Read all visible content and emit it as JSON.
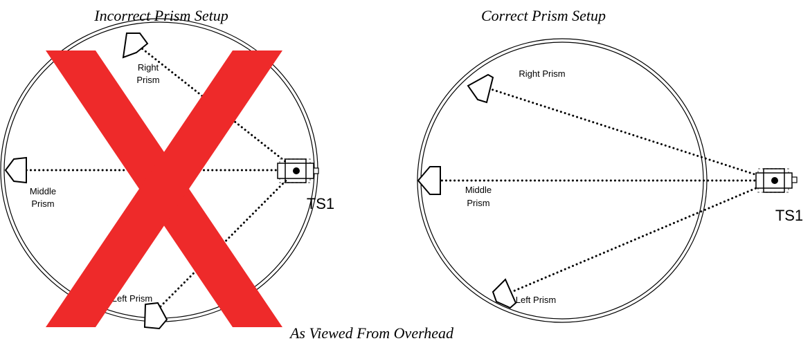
{
  "diagram": {
    "caption": "As Viewed From Overhead",
    "colors": {
      "cross": "#ee2a2a",
      "line": "#000000",
      "background": "#ffffff"
    },
    "panels": [
      {
        "title": "Incorrect Prism Setup",
        "marked_incorrect": true,
        "station_label": "TS1",
        "prisms": [
          {
            "label_line1": "Right",
            "label_line2": "Prism",
            "icon": "prism-icon"
          },
          {
            "label_line1": "Middle",
            "label_line2": "Prism",
            "icon": "prism-icon"
          },
          {
            "label_line1": "Left Prism",
            "label_line2": "",
            "icon": "prism-icon"
          }
        ]
      },
      {
        "title": "Correct Prism Setup",
        "marked_incorrect": false,
        "station_label": "TS1",
        "prisms": [
          {
            "label_line1": "Right Prism",
            "label_line2": "",
            "icon": "prism-icon"
          },
          {
            "label_line1": "Middle",
            "label_line2": "Prism",
            "icon": "prism-icon"
          },
          {
            "label_line1": "Left Prism",
            "label_line2": "",
            "icon": "prism-icon"
          }
        ]
      }
    ]
  }
}
